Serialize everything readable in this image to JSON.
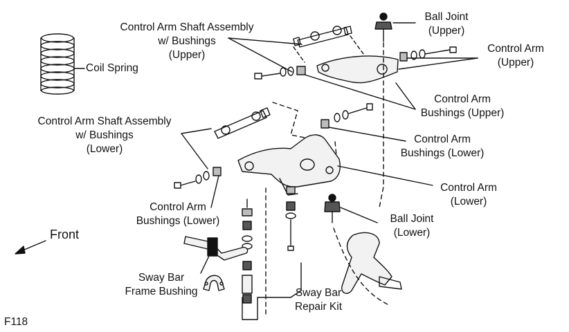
{
  "figure_id": "F118",
  "labels": {
    "coil_spring": "Coil Spring",
    "ca_shaft_upper": [
      "Control Arm Shaft Assembly",
      "w/ Bushings",
      "(Upper)"
    ],
    "ball_joint_upper": [
      "Ball Joint",
      "(Upper)"
    ],
    "control_arm_upper": [
      "Control Arm",
      "(Upper)"
    ],
    "ca_bushings_upper": [
      "Control Arm",
      "Bushings (Upper)"
    ],
    "ca_shaft_lower": [
      "Control Arm Shaft Assembly",
      "w/ Bushings",
      "(Lower)"
    ],
    "ca_bushings_lower_right": [
      "Control Arm",
      "Bushings (Lower)"
    ],
    "control_arm_lower": [
      "Control Arm",
      "(Lower)"
    ],
    "ca_bushings_lower_left": [
      "Control Arm",
      "Bushings (Lower)"
    ],
    "ball_joint_lower": [
      "Ball Joint",
      "(Lower)"
    ],
    "front": "Front",
    "sway_bar_frame_bushing": [
      "Sway Bar",
      "Frame Bushing"
    ],
    "sway_bar_repair_kit": [
      "Sway Bar",
      "Repair Kit"
    ]
  },
  "colors": {
    "ink": "#111111",
    "paper": "#ffffff",
    "shade": "#bdbdbd"
  }
}
